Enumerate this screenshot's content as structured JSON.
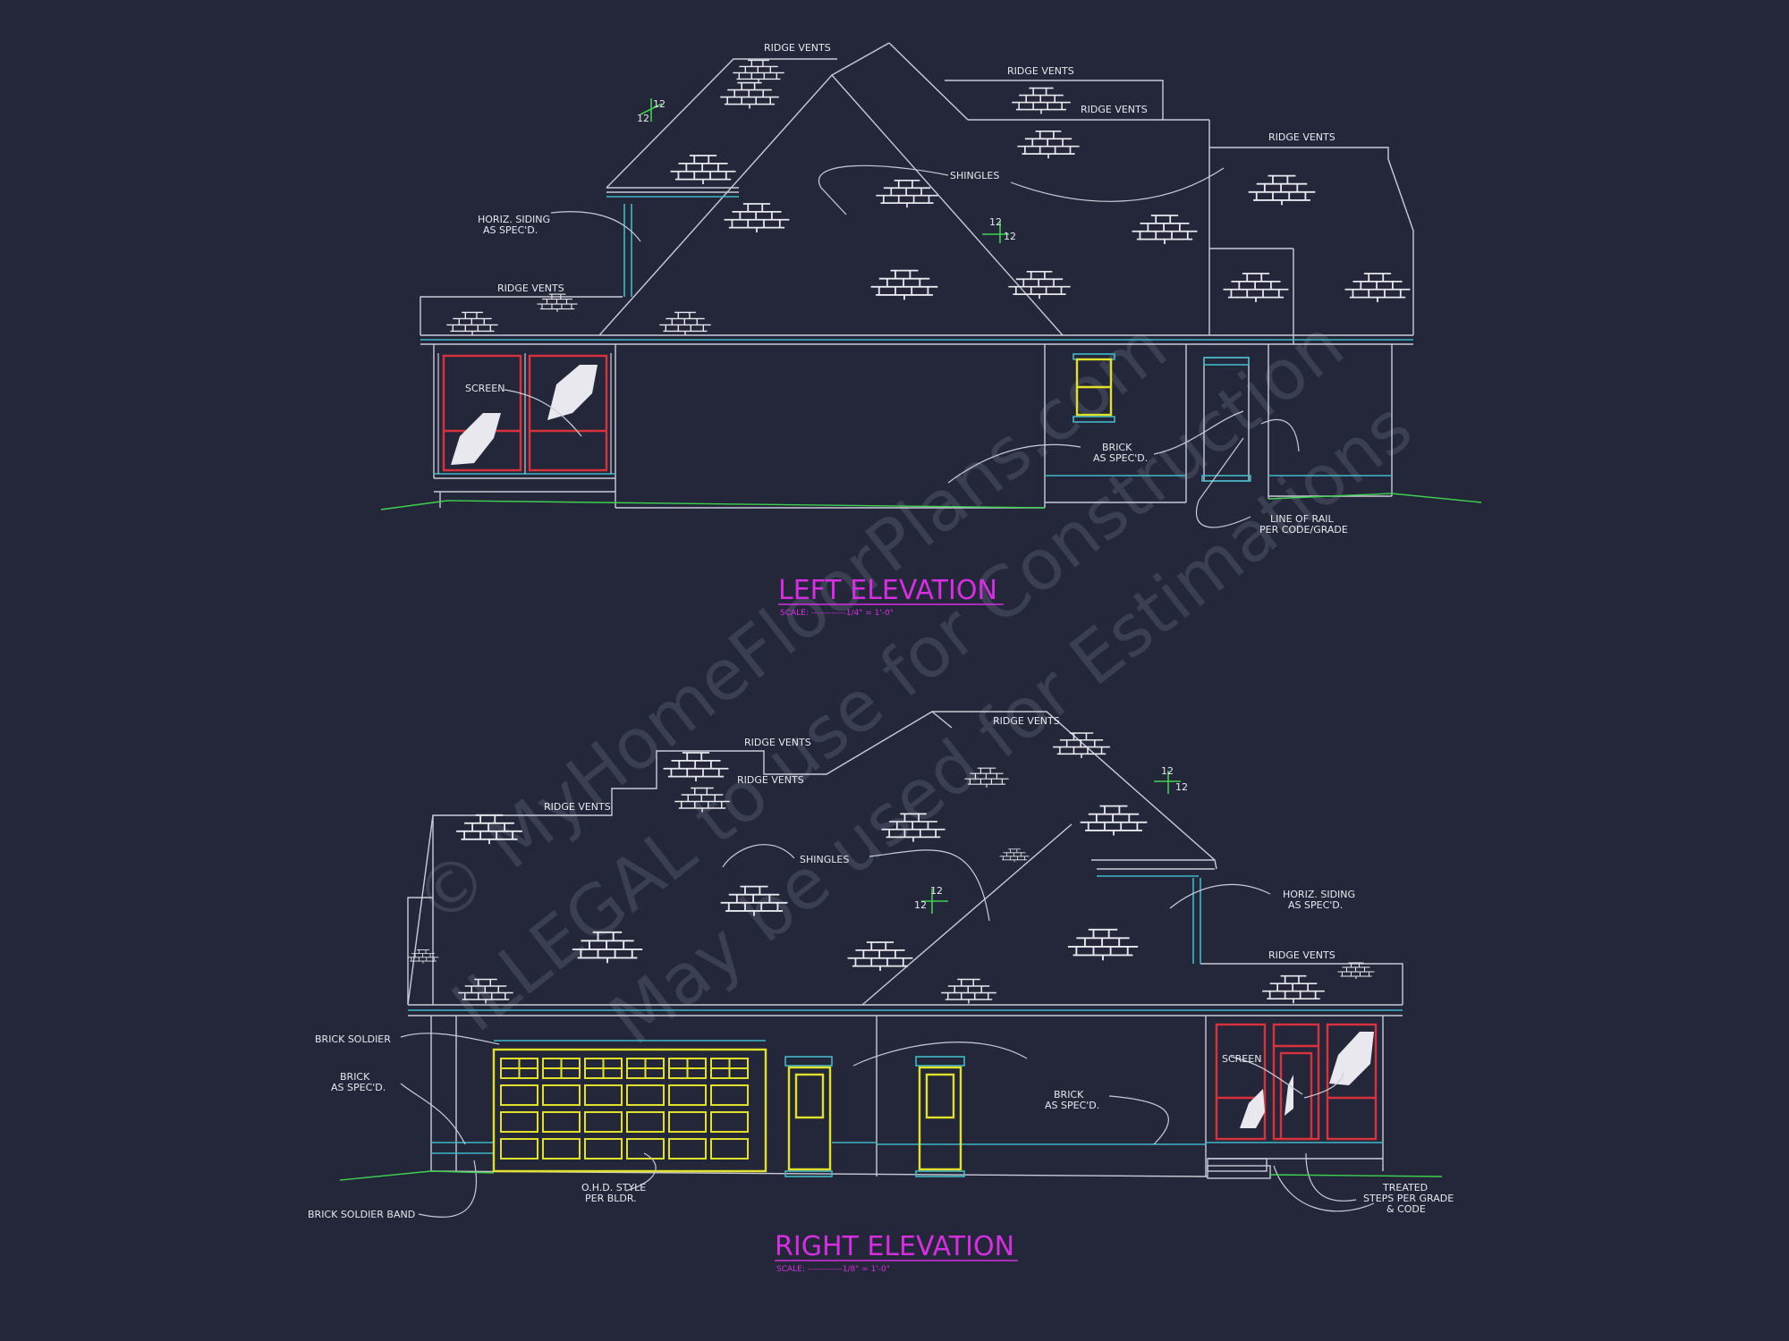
{
  "colors": {
    "background": "#232739",
    "line": "#c9ccd8",
    "cyan": "#3fb9c8",
    "yellow": "#e3e02a",
    "red": "#d9323c",
    "green": "#3fd24f",
    "magenta": "#d62ee0",
    "brick": "#e8e8ee",
    "watermark": "#3b3f52"
  },
  "watermark": {
    "line1": "© MyHomeFloorPlans.com",
    "line2": "ILLEGAL to use for Construction",
    "line3": "May be used for Estimations"
  },
  "left_elevation": {
    "title": "LEFT ELEVATION",
    "scale": "SCALE: ------------1/4\" = 1'-0\"",
    "labels": {
      "ridge_vents_1": "RIDGE VENTS",
      "ridge_vents_2": "RIDGE VENTS",
      "ridge_vents_3": "RIDGE VENTS",
      "ridge_vents_4": "RIDGE VENTS",
      "ridge_vents_5": "RIDGE VENTS",
      "shingles": "SHINGLES",
      "siding_1": "HORIZ. SIDING",
      "siding_2": "AS SPEC'D.",
      "screen": "SCREEN",
      "brick_1": "BRICK",
      "brick_2": "AS SPEC'D.",
      "rail_1": "LINE OF RAIL",
      "rail_2": "PER CODE/GRADE",
      "pitch_a_rise": "12",
      "pitch_a_run": "12",
      "pitch_b_rise": "12",
      "pitch_b_run": "12"
    }
  },
  "right_elevation": {
    "title": "RIGHT ELEVATION",
    "scale": "SCALE: ------------1/8\" = 1'-0\"",
    "labels": {
      "ridge_vents_1": "RIDGE VENTS",
      "ridge_vents_2": "RIDGE VENTS",
      "ridge_vents_3": "RIDGE VENTS",
      "ridge_vents_4": "RIDGE VENTS",
      "ridge_vents_5": "RIDGE VENTS",
      "shingles": "SHINGLES",
      "siding_1": "HORIZ. SIDING",
      "siding_2": "AS SPEC'D.",
      "brick_soldier": "BRICK SOLDIER",
      "brick_l1": "BRICK",
      "brick_l2": "AS SPEC'D.",
      "brick_r1": "BRICK",
      "brick_r2": "AS SPEC'D.",
      "soldier_band": "BRICK SOLDIER BAND",
      "ohd_1": "O.H.D. STYLE",
      "ohd_2": "PER BLDR.",
      "screen": "SCREEN",
      "steps_1": "TREATED",
      "steps_2": "STEPS PER GRADE",
      "steps_3": "& CODE",
      "pitch_a_rise": "12",
      "pitch_a_run": "12",
      "pitch_b_rise": "12",
      "pitch_b_run": "12"
    }
  }
}
